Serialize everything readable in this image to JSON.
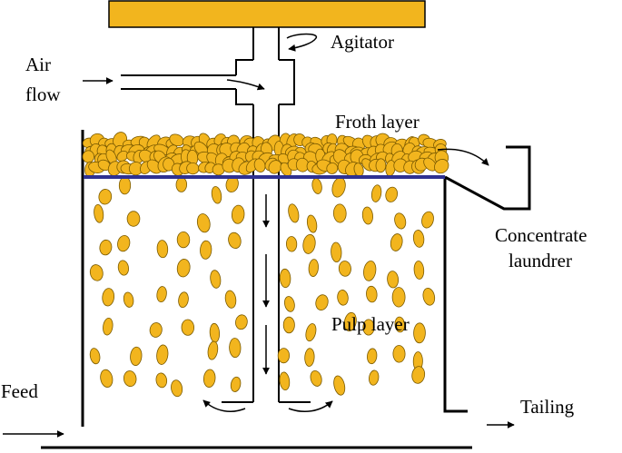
{
  "labels": {
    "agitator": "Agitator",
    "air_flow_line1": "Air",
    "air_flow_line2": "flow",
    "froth_layer": "Froth layer",
    "concentrate_line1": "Concentrate",
    "concentrate_line2": "laundrer",
    "pulp_layer": "Pulp layer",
    "feed": "Feed",
    "tailing": "Tailing"
  },
  "colors": {
    "particle_fill": "#F2B51E",
    "particle_stroke": "#7A5A00",
    "motor_fill": "#F2B51E",
    "interface_line": "#2E3192",
    "line": "#000000"
  },
  "icons": {
    "flow_arrow": "arrow-right-icon",
    "down_arrow": "arrow-down-icon",
    "rotation": "curved-arrow-icon"
  }
}
